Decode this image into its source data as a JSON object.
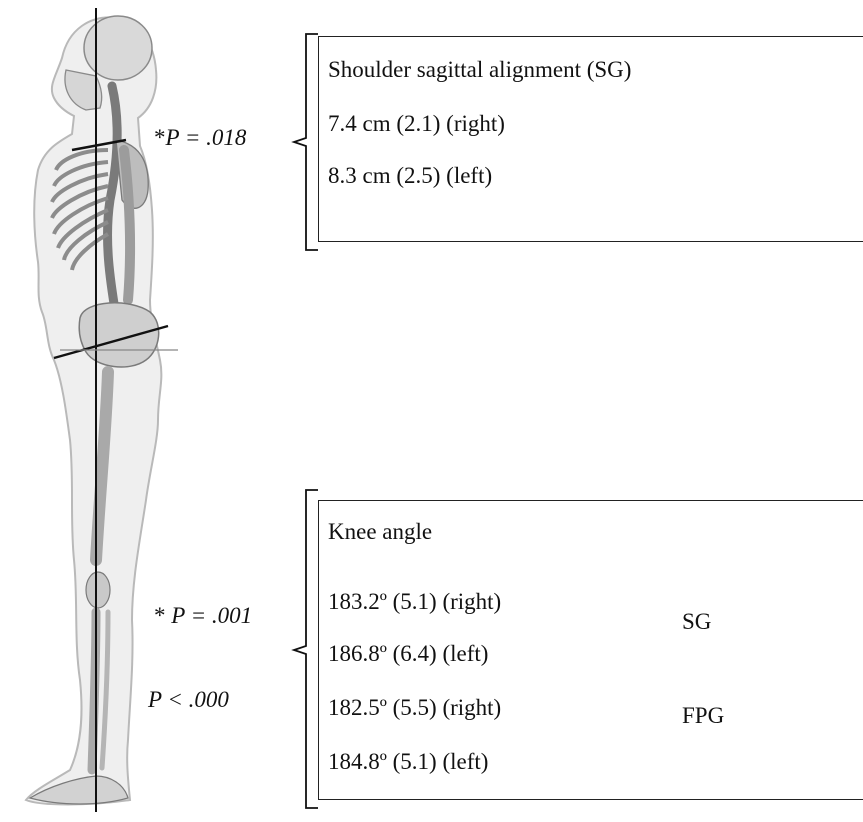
{
  "shoulder": {
    "title": "Shoulder sagittal alignment (SG)",
    "right": "7.4 cm (2.1) (right)",
    "left": "8.3 cm (2.5) (left)",
    "p_star": "*",
    "p_letter": "P",
    "p_rest": " = .018"
  },
  "knee": {
    "title": "Knee angle",
    "rows": [
      "183.2º (5.1) (right)",
      "186.8º (6.4) (left)",
      "182.5º (5.5) (right)",
      "184.8º (5.1) (left)"
    ],
    "group_sg": "SG",
    "group_fpg": "FPG",
    "p1_star": "* ",
    "p1_letter": "P",
    "p1_rest": " = .001",
    "p2_letter": "P",
    "p2_rest": " < .000"
  },
  "colors": {
    "ink": "#111111",
    "bone": "#cfcfcf",
    "skin": "#ededed",
    "bone_dark": "#8a8a8a"
  },
  "icons": {
    "figure": "skeleton-side-view-icon"
  }
}
